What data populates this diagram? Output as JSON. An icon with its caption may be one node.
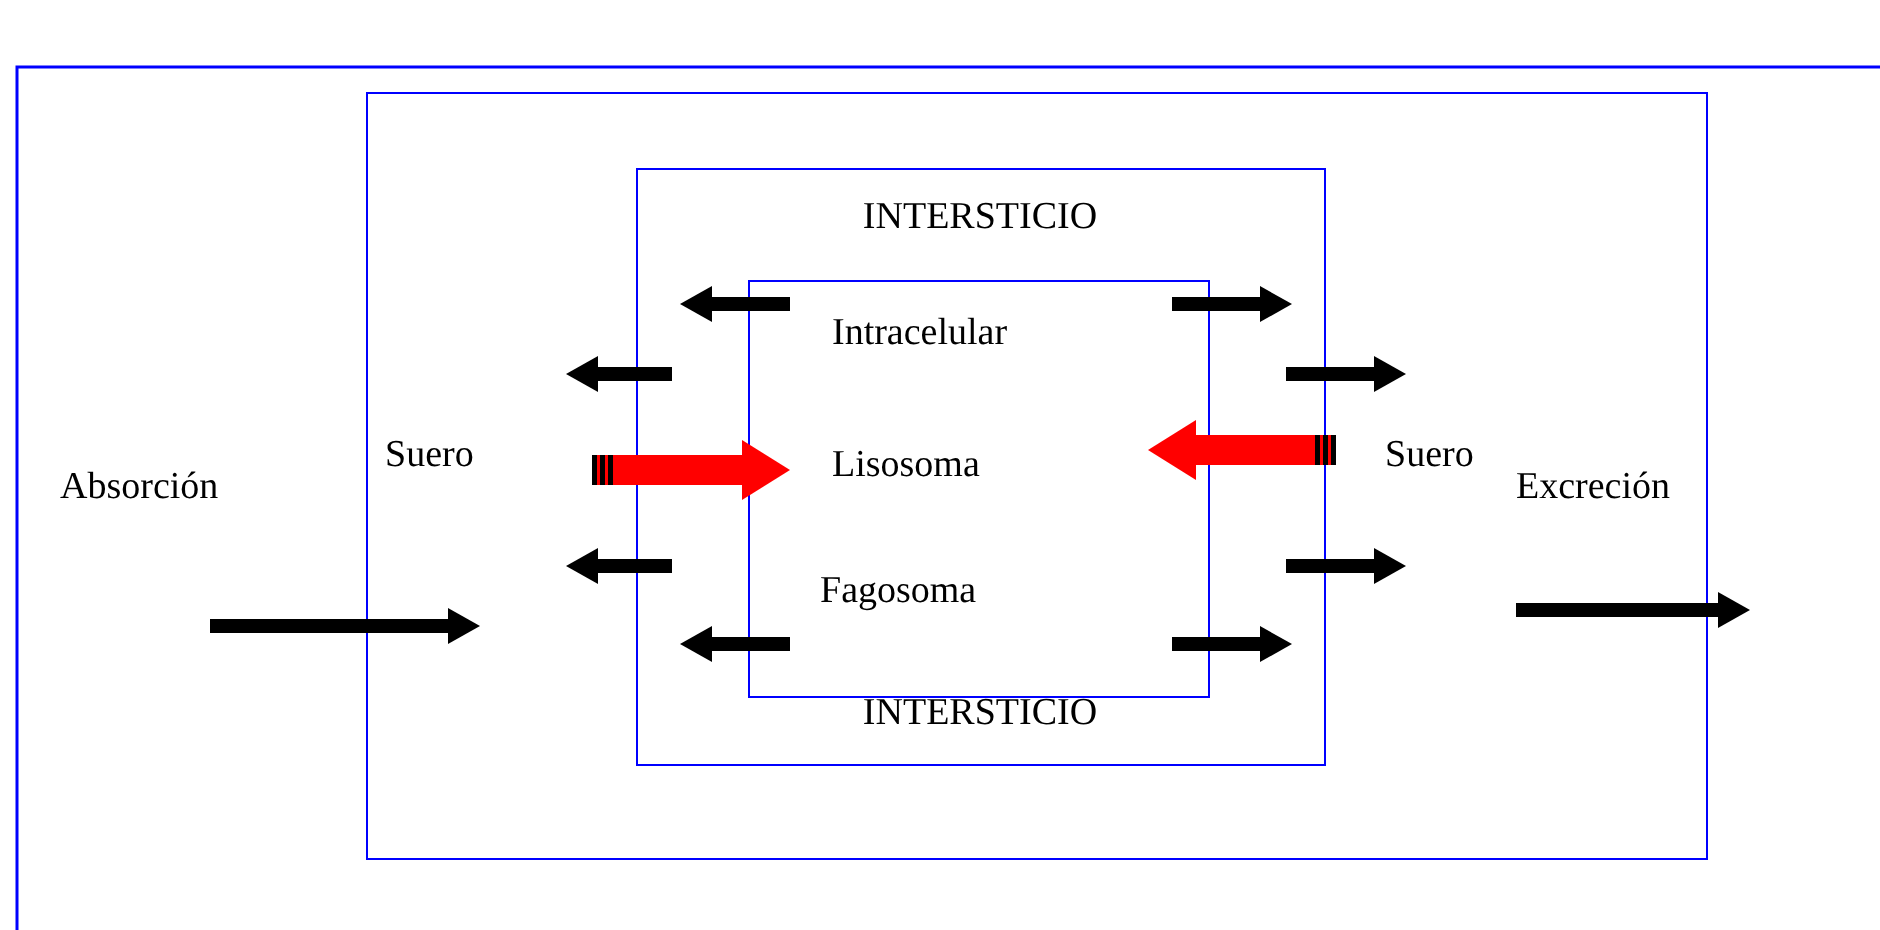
{
  "diagram": {
    "nodes": [
      {
        "text": [],
        "shape": "box"
      },
      {
        "text": [
          "Suero"
        ],
        "in": 0
      },
      {
        "text": [
          "Suero"
        ],
        "in": 0
      },
      {
        "text": [
          "INTERSTICIO",
          "INTERSTICIO"
        ],
        "in": 0
      },
      {
        "text": [
          "Intracelular",
          "Lisosoma",
          "Fagosoma"
        ],
        "in": 3
      }
    ],
    "edges": [
      {
        "from": 4,
        "to": 3,
        "arrow": "to"
      },
      {
        "from": 4,
        "to": 3,
        "arrow": "to"
      },
      {
        "from": 4,
        "to": 3,
        "arrow": "to"
      },
      {
        "from": 4,
        "to": 3,
        "arrow": "to"
      },
      {
        "from": 1,
        "to": 4,
        "arrow": "to",
        "style": "thick",
        "color": "#ff0000"
      },
      {
        "from": 2,
        "to": 4,
        "arrow": "to",
        "style": "thick",
        "color": "#ff0000"
      }
    ],
    "labels": [
      "Absorción",
      "Excreción"
    ]
  }
}
